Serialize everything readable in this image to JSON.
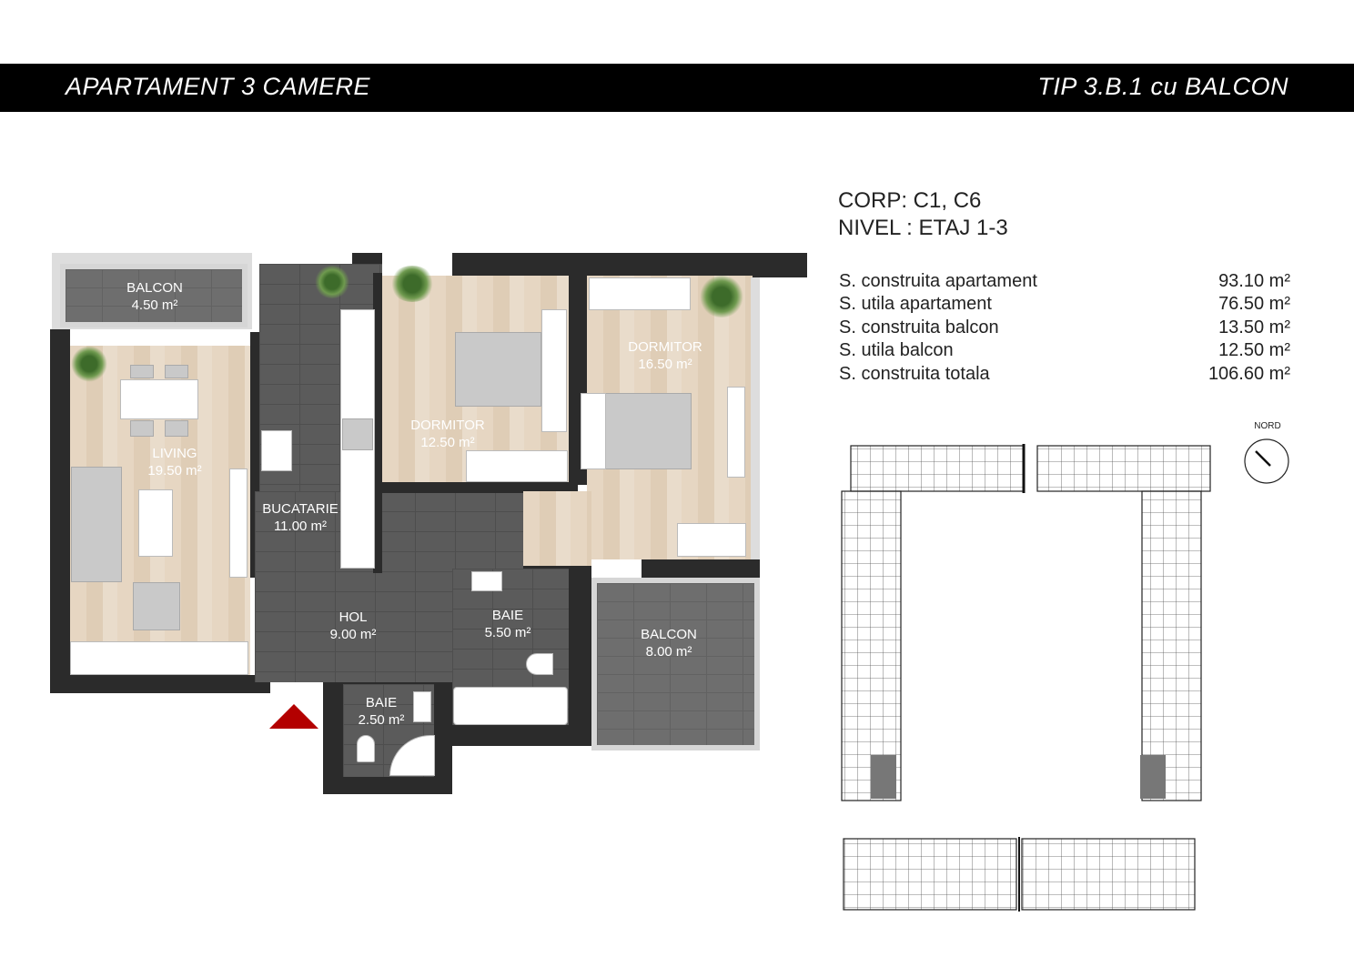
{
  "header": {
    "left_title": "APARTAMENT  3 CAMERE",
    "right_title": "TIP 3.B.1 cu  BALCON"
  },
  "info": {
    "corp": "CORP: C1, C6",
    "nivel": "NIVEL : ETAJ 1-3"
  },
  "areas": [
    {
      "label": "S. construita apartament",
      "value": "93.10 m²"
    },
    {
      "label": "S. utila apartament",
      "value": "76.50 m²"
    },
    {
      "label": "S. construita balcon",
      "value": "13.50 m²"
    },
    {
      "label": "S. utila balcon",
      "value": "12.50 m²"
    },
    {
      "label": "S. construita totala",
      "value": "106.60 m²"
    }
  ],
  "rooms": [
    {
      "name": "BALCON",
      "area": "4.50 m²"
    },
    {
      "name": "LIVING",
      "area": "19.50 m²"
    },
    {
      "name": "BUCATARIE",
      "area": "11.00 m²"
    },
    {
      "name": "DORMITOR",
      "area": "12.50 m²"
    },
    {
      "name": "DORMITOR",
      "area": "16.50 m²"
    },
    {
      "name": "HOL",
      "area": "9.00 m²"
    },
    {
      "name": "BAIE",
      "area": "5.50 m²"
    },
    {
      "name": "BAIE",
      "area": "2.50 m²"
    },
    {
      "name": "BALCON",
      "area": "8.00 m²"
    }
  ],
  "compass": {
    "label": "NORD"
  },
  "colors": {
    "entrance_arrow": "#b30000",
    "wall": "#2b2b2b"
  }
}
